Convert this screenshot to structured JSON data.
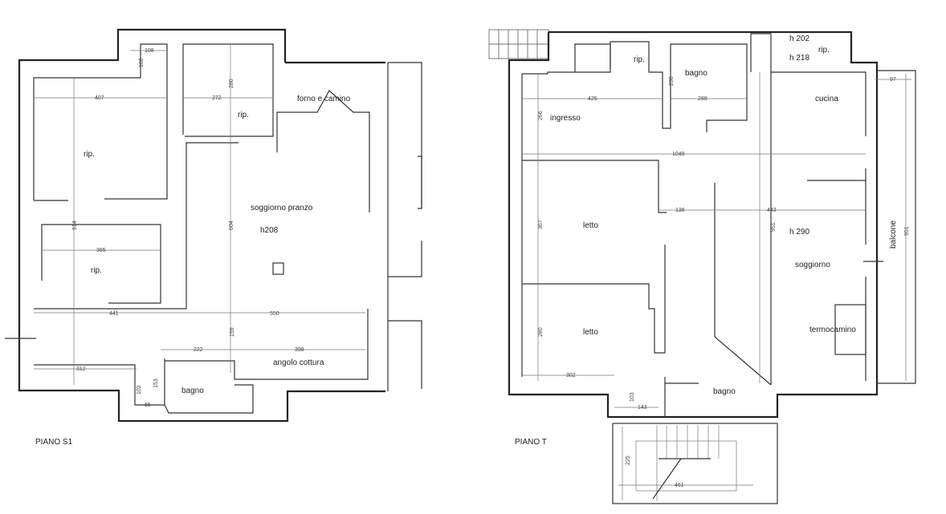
{
  "plan_s1": {
    "title": "PIANO S1",
    "rooms": {
      "rip_1": "rip.",
      "rip_2": "rip.",
      "rip_3": "rip.",
      "forno": "forno e camino",
      "soggiorno": "soggiorno pranzo",
      "height": "h208",
      "angolo": "angolo cottura",
      "bagno": "bagno"
    },
    "dims": {
      "d108": "108",
      "d102a": "102",
      "d407": "407",
      "d272": "272",
      "d280": "280",
      "d914": "914",
      "d604": "604",
      "d365": "365",
      "d441": "441",
      "d550": "550",
      "d159": "159",
      "d222": "222",
      "d398": "398",
      "d312": "312",
      "d153": "153",
      "d102b": "102",
      "d65": "65"
    }
  },
  "plan_t": {
    "title": "PIANO T",
    "rooms": {
      "h202": "h 202",
      "h218": "h 218",
      "rip_1": "rip.",
      "rip_2": "rip.",
      "bagno_1": "bagno",
      "cucina": "cucina",
      "ingresso": "ingresso",
      "letto_1": "letto",
      "letto_2": "letto",
      "height": "h 290",
      "soggiorno": "soggiorno",
      "termocamino": "termocamino",
      "bagno_2": "bagno",
      "balcone": "balcone"
    },
    "dims": {
      "d230": "230",
      "d425": "425",
      "d289": "289",
      "d97": "97",
      "d266": "266",
      "d1049": "1049",
      "d136": "136",
      "d443": "443",
      "d367": "367",
      "d951a": "951",
      "d951b": "951",
      "d280": "280",
      "d302": "302",
      "d103": "103",
      "d143": "143",
      "d225": "225",
      "d461": "461"
    }
  }
}
